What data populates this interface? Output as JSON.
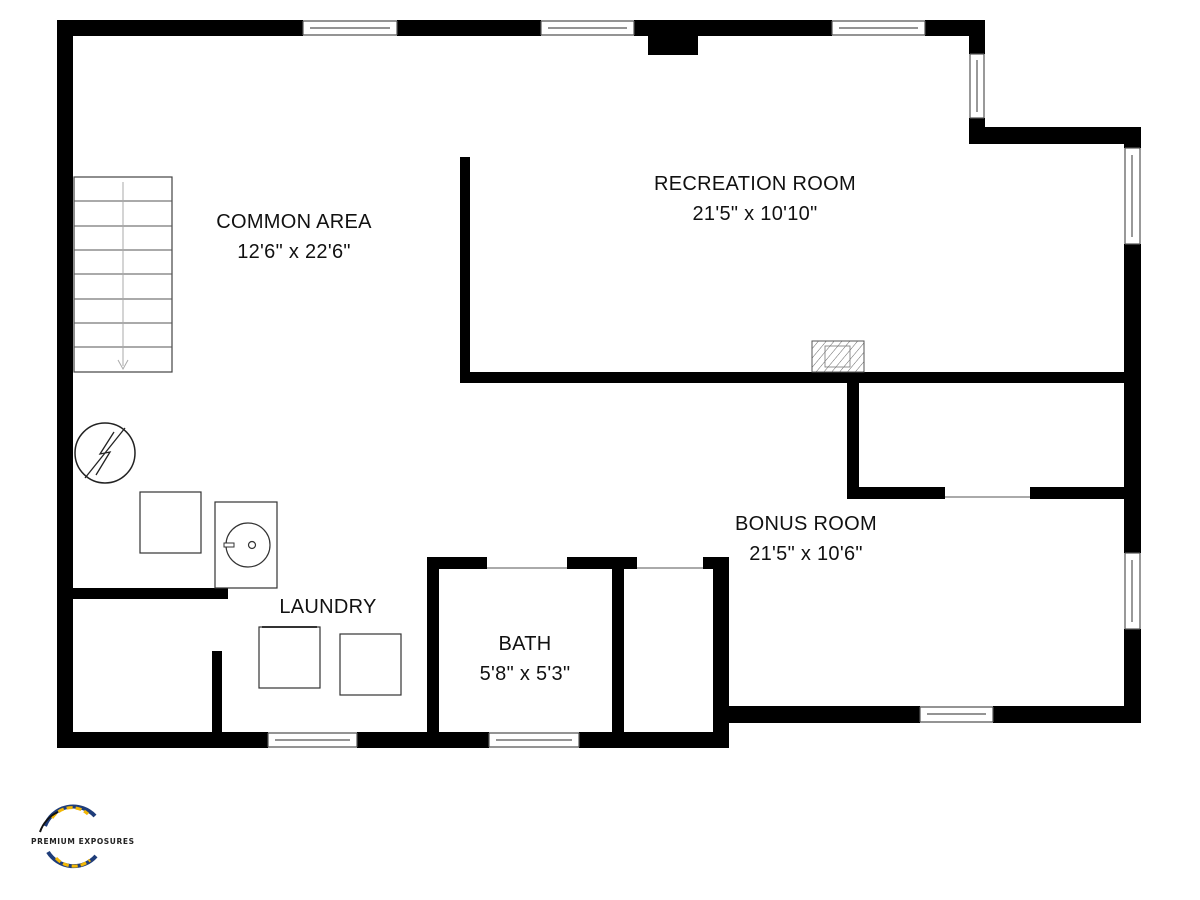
{
  "rooms": {
    "common_area": {
      "name": "COMMON AREA",
      "dims": "12'6\" x 22'6\""
    },
    "recreation_room": {
      "name": "RECREATION ROOM",
      "dims": "21'5\" x 10'10\""
    },
    "bonus_room": {
      "name": "BONUS ROOM",
      "dims": "21'5\" x 10'6\""
    },
    "laundry": {
      "name": "LAUNDRY"
    },
    "bath": {
      "name": "BATH",
      "dims": "5'8\" x 5'3\""
    }
  },
  "logo": {
    "text": "PREMIUM EXPOSURES",
    "colors": [
      "#1f3d7a",
      "#f2b705",
      "#111111"
    ]
  },
  "colors": {
    "wall": "#000000",
    "background": "#ffffff"
  }
}
